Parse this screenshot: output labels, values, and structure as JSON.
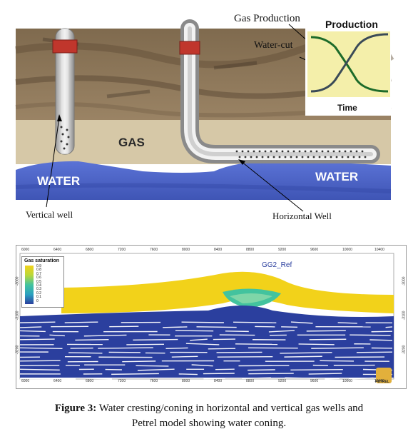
{
  "top_diagram": {
    "gas_label": "GAS",
    "water_left": "WATER",
    "water_right": "WATER",
    "gas_production_label": "Gas Production",
    "water_cut_label": "Water-cut",
    "vertical_well_label": "Vertical well",
    "horizontal_well_label": "Horizontal Well",
    "inset": {
      "title": "Production",
      "xlabel": "Time"
    }
  },
  "petrel_model": {
    "legend_title": "Gas saturation",
    "legend_values": [
      "0.9",
      "0.8",
      "0.7",
      "0.6",
      "0.5",
      "0.4",
      "0.3",
      "0.2",
      "0.1",
      "0"
    ],
    "well_label": "GG2_Ref",
    "x_ticks": [
      "6000",
      "6400",
      "6800",
      "7200",
      "7600",
      "8000",
      "8400",
      "8800",
      "9200",
      "9600",
      "10000",
      "10400"
    ],
    "y_ticks": [
      "-3000",
      "-3100",
      "-3200"
    ],
    "logo_text": "PETREL"
  },
  "caption": {
    "label": "Figure 3:",
    "line1": "Water cresting/coning in horizontal and vertical gas wells and",
    "line2": "Petrel model showing water coning."
  },
  "colors": {
    "rock": "#8a7153",
    "gas": "#d6c8a7",
    "water": "#4e66c9",
    "inset_bg": "#f4efaa",
    "sat_high": "#f2d21a",
    "sat_mid": "#43c39e",
    "sat_low": "#2b3f9e"
  }
}
